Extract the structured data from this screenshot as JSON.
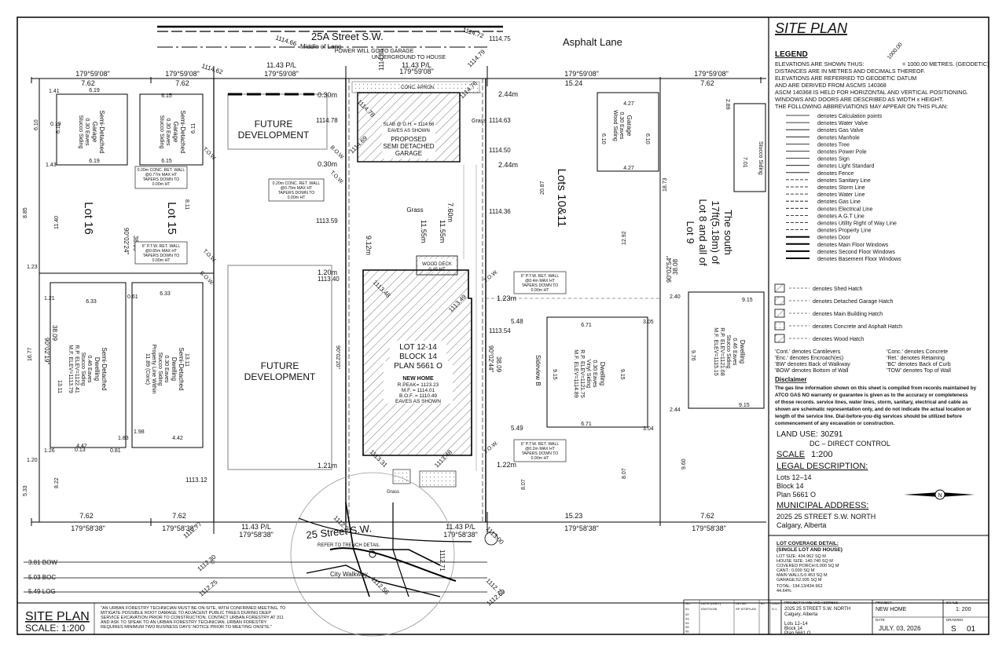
{
  "sheet": {
    "title": "SITE PLAN",
    "scale_label": "SCALE: 1:200",
    "forestry_note": [
      "\"AN URBAN FORESTRY TECHNICIAN MUST BE ON-SITE, WITH CONFIRMED MEETING, TO",
      "MITIGATE POSSIBLE ROOT DAMAGE TO ADJACENT PUBLIC TREES DURING DEEP",
      "SERVICE EXCAVATION PRIOR TO CONSTRUCTION. CONTACT URBAN FORESTRY AT 311",
      "AND ASK TO SPEAK TO AN URBAN FORESTRY TECHNICIAN. URBAN FORESTRY",
      "REQUIRES MINIMUM TWO BUSINESS DAYS' NOTICE PRIOR TO MEETING ONSITE.\""
    ]
  },
  "plan": {
    "lane_label": "25A Street S.W.",
    "asphalt_label": "Asphalt Lane",
    "middle_of_lane": "Middle of Lane",
    "power_note": [
      "POWER WILL GO TO GARAGE",
      "UNDERGROUND TO HOUSE"
    ],
    "street_label": "25 Street S.W.",
    "city_walkway": "City Walkway",
    "refer_note": "REFER TO TRENCH DETAIL",
    "future_dev_top": [
      "FUTURE",
      "DEVELOPMENT"
    ],
    "future_dev_bottom": [
      "FUTURE",
      "DEVELOPMENT"
    ],
    "garage_label": [
      "PROPOSED",
      "SEMI DETACHED",
      "GARAGE"
    ],
    "garage_slab": [
      "SLAB @ G.H. = 1114.66",
      "EAVES AS SHOWN"
    ],
    "conc_apron": "CONC. APRON",
    "grass": "Grass",
    "wood_deck": [
      "WOOD DECK",
      "0.45 HT"
    ],
    "lot_main": [
      "LOT 12-14",
      "BLOCK 14",
      "PLAN 5661 O"
    ],
    "new_home": [
      "NEW HOME",
      "R.PEAK= 1123.23",
      "M.F. = 1114.01",
      "B.O.F. = 1110.49",
      "EAVES AS SHOWN"
    ],
    "lot16": "Lot 16",
    "lot15": "Lot 15",
    "lots1011": "Lots 10&11",
    "south_lot": [
      "The south",
      "17ft(5.18m) of",
      "Lot 8 and all of",
      "Lot 9"
    ],
    "garage_left": [
      "Semi-Detached",
      "Garage",
      "0.30 Eaves",
      "Stucco Siding"
    ],
    "dwelling_left": [
      "Semi-Detached",
      "Dwelling",
      "0.46 Eaves",
      "Stucco Siding",
      "R.P. ELEV=1122.41",
      "M.F. ELEV=1113.79"
    ],
    "dwelling_left2": [
      "Semi-Detached",
      "Dwelling",
      "0.30 Eaves",
      "Stucco Siding",
      "Property Line Within",
      "11.89 (Conc)"
    ],
    "garage_right": [
      "Garage",
      "0.30 Eaves",
      "Wood Siding"
    ],
    "dwelling_mid": [
      "Dwelling",
      "0.30 Eaves",
      "Vinyl Siding",
      "R.P. ELEV=1121.75",
      "M.F. ELEV=1114.89"
    ],
    "dwelling_right": [
      "Dwelling",
      "0.46 Eaves",
      "Stucco Siding",
      "R.P. ELEV=1121.68",
      "M.F. ELEV=1115.15"
    ],
    "sideview": "Sideview B",
    "stucco_right": "Stucco Siding",
    "wall_notes": {
      "a": [
        "0.20m CONC. RET. WALL",
        "@0.77m MAX HT",
        "TAPERS DOWN TO",
        "0.00m HT"
      ],
      "b": [
        "0.20m CONC. RET. WALL",
        "@0.75m MAX HT",
        "TAPERS DOWN TO",
        "0.00m HT"
      ],
      "c": [
        "6\" P.T.W. RET. WALL",
        "@0.65m MAX HT",
        "TAPERS DOWN TO",
        "0.00m HT"
      ],
      "d": [
        "6\" P.T.W. RET. WALL",
        "@0.4m MAX HT",
        "TAPERS DOWN TO",
        "0.00m HT"
      ],
      "e": [
        "6\" P.T.W. RET. WALL",
        "@0.2m MAX HT",
        "TAPERS DOWN TO",
        "0.00m HT"
      ]
    },
    "bearings": {
      "top_left1": "179°59'08\"",
      "top_left2": "179°59'08\"",
      "top_center": "179°59'08\"",
      "top_inner": "179°59'08\"",
      "top_right1": "179°59'08\"",
      "top_right2": "179°59'08\"",
      "bottom_left1": "179°58'38\"",
      "bottom_left2": "179°58'38\"",
      "bottom_center": "179°58'38\"",
      "bottom_inner": "179°58'38\"",
      "bottom_right1": "179°58'38\"",
      "bottom_right2": "179°58'38\"",
      "vertical_left1": "90°02'24\"",
      "vertical_left2": "90°02'19\"",
      "vertical_right": "90°02'54\"",
      "vertical_center": "90°02'20\"",
      "vertical_main": "90°02'44\""
    },
    "dims": {
      "pl_top": "11.43 P/L",
      "pl_top_inner": "11.43 P/L",
      "pl_bottom": "11.43 P/L",
      "pl_bottom_inner": "11.43 P/L",
      "w762_tl": "7.62",
      "w762_tl2": "7.62",
      "w1524": "15.24",
      "w762_tr": "7.62",
      "w762_bl": "7.62",
      "w762_bl2": "7.62",
      "w1523": "15.23",
      "w762_br": "7.62",
      "d244a": "2.44m",
      "d244b": "2.44m",
      "d030a": "0.30m",
      "d030b": "0.30m",
      "d120": "1.20m",
      "d123": "1.23m",
      "d121": "1.21m",
      "d122": "1.22m",
      "d912": "9.12m",
      "d760": "7.60m",
      "d1155": "11.55m",
      "d1155b": "11.55m",
      "d2087": "20.87",
      "d1292": "12.92",
      "d3808": "38.08",
      "d3808b": "38.09",
      "d3809": "38.09",
      "d3809b": "38.09",
      "d548": "5.48",
      "d549": "5.49",
      "d807a": "8.07",
      "d807b": "8.07",
      "d885": "8.85",
      "d1140": "11.40",
      "d1677": "16.77",
      "d533": "5.33",
      "d822": "8.22",
      "d960": "9.60",
      "d610": "6.10",
      "d610b": "6.10",
      "d611": "6.11",
      "d811": "8.11",
      "d619a": "6.19",
      "d619b": "6.19",
      "d615a": "6.15",
      "d615b": "6.15",
      "d633a": "6.33",
      "d633b": "6.33",
      "d671a": "6.71",
      "d671b": "6.71",
      "d915a": "9.15",
      "d915b": "9.15",
      "d915c": "9.15",
      "d915d": "9.15",
      "d427a": "4.27",
      "d427b": "4.27",
      "d442a": "4.42",
      "d442b": "4.42",
      "d305": "3.05",
      "d304": "3.04",
      "d240": "2.40",
      "d244r": "2.44",
      "d1311a": "13.11",
      "d1311b": "13.11",
      "d1873": "18.73",
      "d976": "9.76",
      "d701": "7.01",
      "d289": "2.89",
      "d141": "1.41",
      "d143": "1.43",
      "d123l": "1.23",
      "d126": "1.26",
      "d120l": "1.20",
      "d183": "1.83",
      "d198": "1.98",
      "d081": "0.81",
      "d061": "0.61",
      "d013": "0.13",
      "d019": "0.19",
      "d121l": "1.21"
    },
    "elevs": {
      "e1": "1114.66",
      "e2": "1114.72",
      "e3": "1114.75",
      "e4": "1114.62",
      "e5": "1114.78",
      "e6": "1114.76",
      "e7": "1114.78",
      "e8": "1114.50",
      "e9": "1114.63",
      "e10": "1114.36",
      "e11": "1113.59",
      "e12": "1113.40",
      "e13": "1113.48",
      "e14": "1113.54",
      "e15": "1113.49",
      "e16": "1113.31",
      "e17": "1113.12",
      "e18": "1112.77",
      "e19": "1112.90",
      "e20": "1113.00",
      "e21": "1112.30",
      "e22": "1112.25",
      "e23": "1112.56",
      "e24": "1112.73",
      "e25": "1112.69",
      "e26": "1114.69",
      "e27": "1114.79",
      "e28": "1114.88",
      "e29": "1113.48",
      "e30": "1112.71"
    },
    "bow_rows": [
      "3.81 BOW",
      "5.03 BOC",
      "5.49 LOG"
    ],
    "tags": {
      "tow": "T.O.W.",
      "bow": "B.O.W."
    }
  },
  "legend": {
    "title": "SITE PLAN",
    "legend_head": "LEGEND",
    "intro": [
      "ELEVATIONS ARE SHOWN THUS:",
      "DISTANCES ARE IN METRES AND DECIMALS THEREOF.",
      "ELEVATIONS ARE REFERRED TO GEODETIC DATUM",
      "AND ARE DERIVED FROM ASCMS 140368",
      "ASCM 140368 IS HELD FOR HORIZONTAL AND VERTICAL POSITIONING.",
      "WINDOWS AND DOORS ARE DESCRIBED AS WIDTH x HEIGHT.",
      "THE FOLLOWING ABBREVIATIONS MAY APPEAR ON THIS PLAN:"
    ],
    "elev_sample": "1000.00",
    "elev_meaning": "= 1000.00 METRES. (GEODETIC)",
    "items": [
      "denotes Calculation points",
      "denotes Water Valve",
      "denotes Gas Valve",
      "denotes Manhole",
      "denotes Tree",
      "denotes Power Pole",
      "denotes Sign",
      "denotes Light Standard",
      "denotes Fence",
      "denotes Sanitary Line",
      "denotes Storm Line",
      "denotes Water Line",
      "denotes Gas Line",
      "denotes Electrical Line",
      "denotes A.G.T Line",
      "denotes Utility Right of Way Line",
      "denotes Property Line",
      "denotes Door",
      "denotes Main Floor Windows",
      "denotes Second Floor Windows",
      "denotes Basement Floor Windows"
    ],
    "hatch_items": [
      "denotes Shed Hatch",
      "denotes Detached Garage Hatch",
      "denotes Main Building Hatch",
      "denotes Concrete and Asphalt Hatch",
      "denotes Wood Hatch"
    ],
    "abbrev_left": [
      "'Cont.' denotes Cantilevers",
      "'Enc.' denotes Encroach(es)",
      "'BW' denotes Back of Walkway",
      "'BOW' denotes Bottom of Wall"
    ],
    "abbrev_right": [
      "'Conc.' denotes Concrete",
      "'Ret.' denotes Retaining",
      "'BC' denotes Back of Curb",
      "'TOW' denotes Top of Wall"
    ],
    "disclaimer_head": "Disclaimer",
    "disclaimer": [
      "The gas line information shown on this sheet is compiled from records maintained by",
      "ATCO GAS NO warranty or guarantee is given as to the accuracy or completeness",
      "of those records. service lines, water lines, storm, sanitary, electrical and cable as",
      "shown are schematic representation only, and do not indicate the actual location or",
      "length of the service line. Dial-before-you-dig services should be utilized before",
      "commencement of any excavation or construction."
    ],
    "land_use_label": "LAND USE:",
    "land_use_value": "30Z91",
    "land_use_desc": "DC – DIRECT CONTROL",
    "scale_label": "SCALE",
    "scale_value": "1:200",
    "legal_head": "LEGAL DESCRIPTION:",
    "legal": [
      "Lots 12–14",
      "Block 14",
      "Plan 5661 O"
    ],
    "municipal_head": "MUNICIPAL ADDRESS:",
    "municipal": [
      "2025 25 STREET S.W. NORTH",
      "Calgary, Alberta"
    ]
  },
  "coverage": {
    "head": "LOT COVERAGE DETAIL:",
    "sub": "(SINGLE LOT AND HOUSE)",
    "lines": [
      "LOT SIZE: 434.962 SQ M",
      "HOUSE SIZE: 140.740 SQ M",
      "COVERED PORCH:0.000 SQ M",
      "CANT.:       0.000 SQ M",
      "MAIN WALLS:0.453 SQ M",
      "GARAGE:52.935 SQ M"
    ],
    "total": "TOTAL: 194.13/434.962",
    "total_pct": "44.64%"
  },
  "title_block": {
    "rev_headers": [
      "NO.",
      "DATE (D/M/Y)",
      "DETAIL",
      "BY",
      "DWG"
    ],
    "rev_row1": [
      "01.",
      "03/07/2026",
      "SP SITEPLAN",
      "",
      "S-1"
    ],
    "rev_rows_empty": [
      "02.",
      "03.",
      "04.",
      "05.",
      "06."
    ],
    "project_label": "PROJECT NAME AND ADDRESS:",
    "project": [
      "2025 25 STREET S.W. NORTH",
      "Calgary, Alberta",
      "",
      "Lots 12–14",
      "Block 14",
      "Plan 5661 O"
    ],
    "project_name_label": "PROJECT",
    "project_name": "NEW HOME",
    "scale_label": "SCALE",
    "scale": "1: 200",
    "date_label": "DATE",
    "date": "JULY. 03, 2026",
    "sheet_label": "DRAWING",
    "sheet_no": "S",
    "sheet_num": "01"
  }
}
